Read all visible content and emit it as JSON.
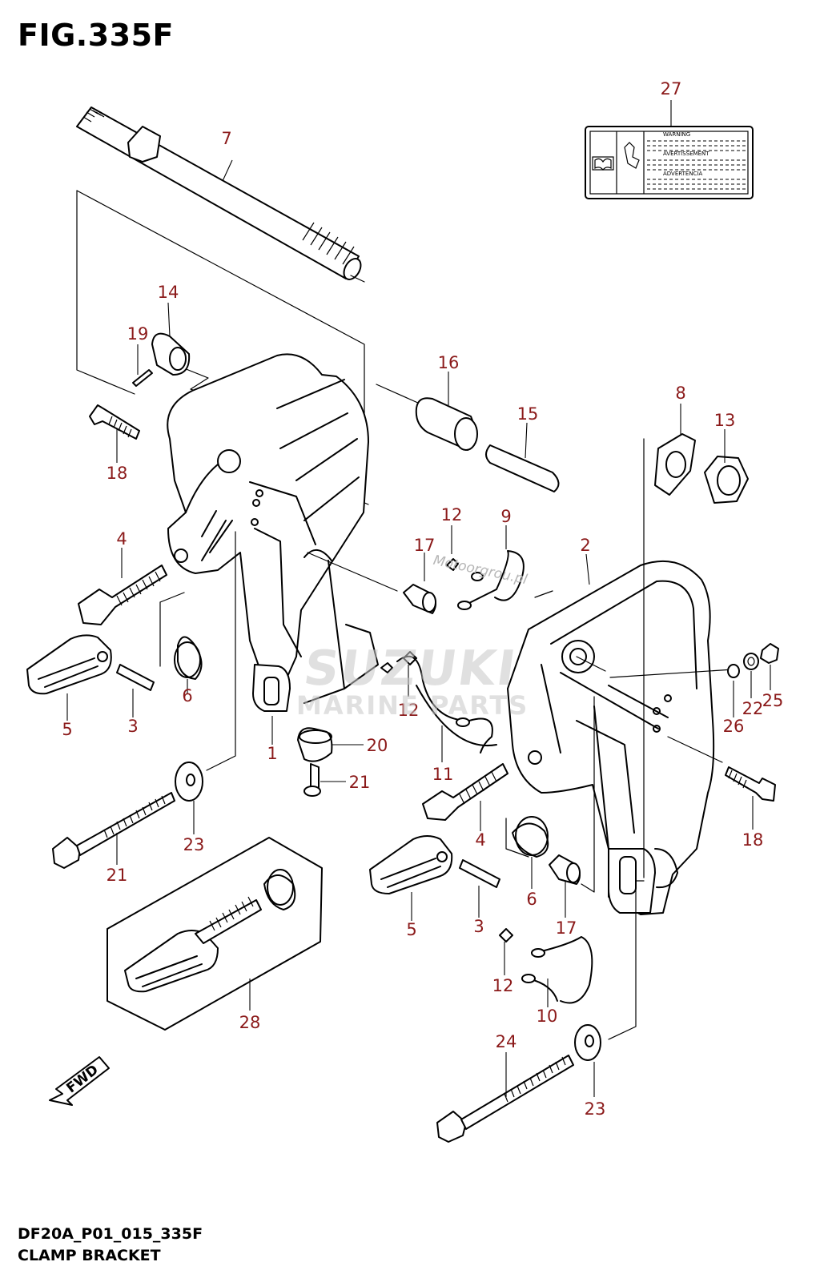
{
  "figure": {
    "title": "FIG.335F",
    "code": "DF20A_P01_015_335F",
    "caption": "CLAMP BRACKET"
  },
  "fwd_label": "FWD",
  "watermark": {
    "brand": "SUZUKI",
    "sub": "MARINE PARTS",
    "site": "Motoorgrou.pl"
  },
  "warning_label": {
    "line1": "WARNING",
    "line2": "AVERTISSEMENT",
    "line3": "ADVERTENCIA"
  },
  "callouts": [
    "7",
    "27",
    "14",
    "19",
    "16",
    "15",
    "8",
    "13",
    "18",
    "4",
    "12",
    "9",
    "17",
    "2",
    "6",
    "5",
    "3",
    "12",
    "1",
    "20",
    "11",
    "26",
    "22",
    "25",
    "21",
    "23",
    "21",
    "18",
    "4",
    "6",
    "5",
    "3",
    "17",
    "12",
    "10",
    "28",
    "24",
    "23"
  ],
  "colors": {
    "label": "#8b1a1a",
    "line": "#000000",
    "watermark": "#c8c8c8"
  }
}
